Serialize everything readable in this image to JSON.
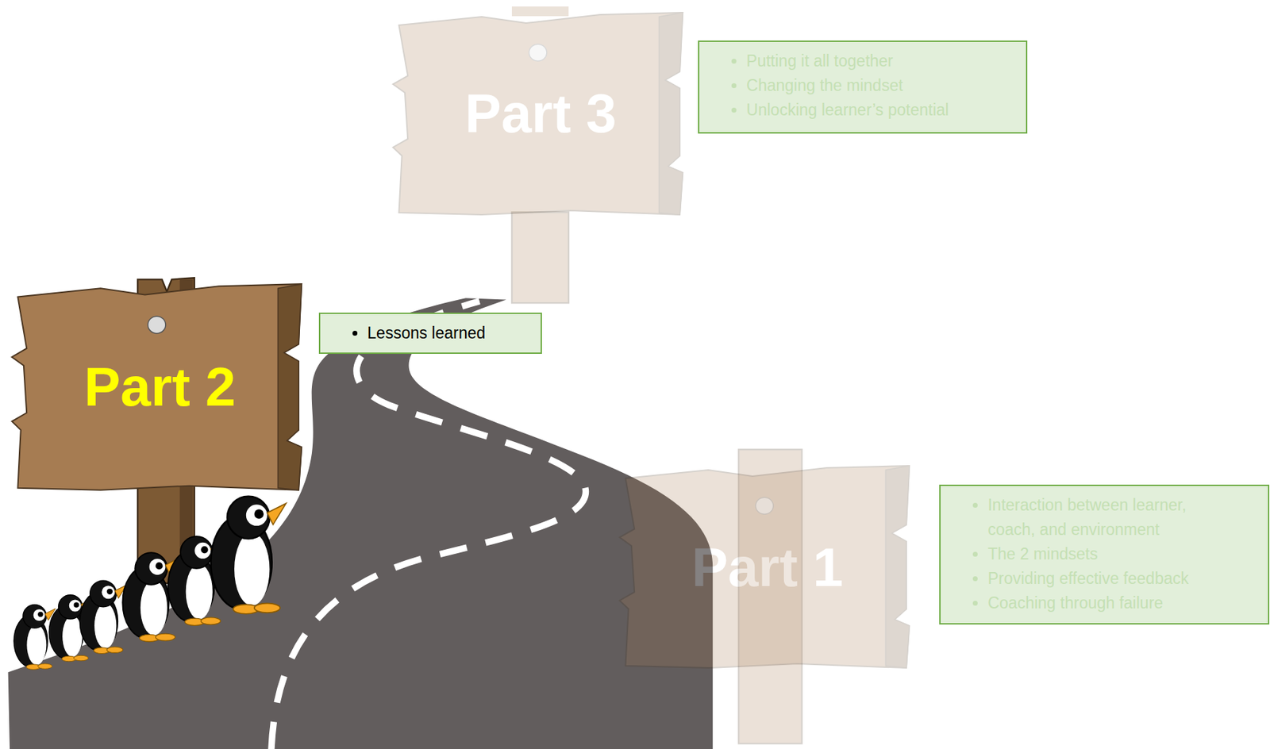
{
  "diagram": {
    "nodes": [
      {
        "text": [
          "Part 3"
        ]
      },
      {
        "text": [
          "Putting it all together",
          "Changing the mindset",
          "Unlocking learner’s potential"
        ]
      },
      {
        "text": [
          "Part 2"
        ]
      },
      {
        "text": [
          "Lessons learned"
        ]
      },
      {
        "text": [
          "Part 1"
        ]
      },
      {
        "text": [
          "Interaction between learner, coach, and environment",
          "The 2 mindsets",
          "Providing effective feedback",
          "Coaching through failure"
        ]
      }
    ]
  }
}
